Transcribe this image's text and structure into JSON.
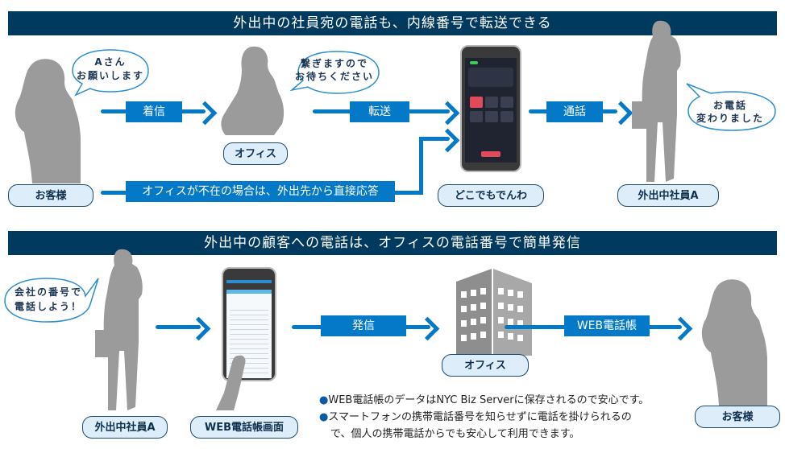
{
  "section1": {
    "title": "外出中の社員宛の電話も、内線番号で転送できる",
    "bubbles": {
      "customer": [
        "Aさん",
        "お願いします"
      ],
      "office": [
        "繋ぎますので",
        "お待ちください"
      ],
      "employee": [
        "お電話",
        "変わりました"
      ]
    },
    "arrows": {
      "incoming": "着信",
      "transfer": "転送",
      "call": "通話",
      "direct": "オフィスが不在の場合は、外出先から直接応答"
    },
    "labels": {
      "customer": "お客様",
      "office": "オフィス",
      "app": "どこでもでんわ",
      "employee": "外出中社員A"
    }
  },
  "section2": {
    "title": "外出中の顧客への電話は、オフィスの電話番号で簡単発信",
    "bubbles": {
      "employee": [
        "会社の番号で",
        "電話しよう！"
      ]
    },
    "arrows": {
      "dial": "発信",
      "phonebook": "WEB電話帳"
    },
    "labels": {
      "employee": "外出中社員A",
      "phonebook_screen": "WEB電話帳画面",
      "office": "オフィス",
      "customer": "お客様"
    },
    "notes": [
      "WEB電話帳のデータはNYC Biz Serverに保存されるので安心です。",
      "スマートフォンの携帯電話番号を知らせずに電話を掛けられるの",
      "で、個人の携帯電話からでも安心して利用できます。"
    ],
    "bullet": "●"
  }
}
